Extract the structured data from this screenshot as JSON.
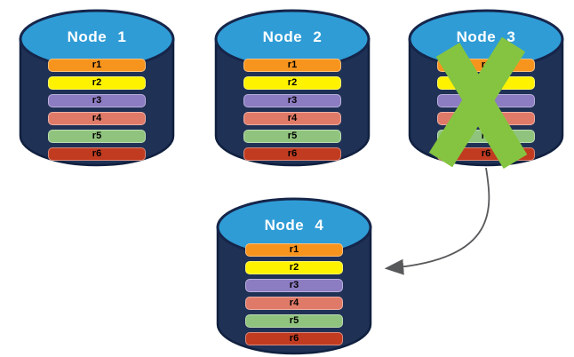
{
  "colors": {
    "cylinder_body": "#203156",
    "cylinder_outline": "#10203f",
    "cylinder_top": "#2f9cd6",
    "node_label_text": "#ffffff",
    "row_label_text": "#000000",
    "failure_x": "#85c440",
    "arrow": "#58595b"
  },
  "nodes": [
    {
      "label": "Node 1",
      "failed": false,
      "rows": [
        {
          "label": "r1",
          "color": "#f7941e"
        },
        {
          "label": "r2",
          "color": "#fff200"
        },
        {
          "label": "r3",
          "color": "#8c7cc2"
        },
        {
          "label": "r4",
          "color": "#e07a68"
        },
        {
          "label": "r5",
          "color": "#90c47e"
        },
        {
          "label": "r6",
          "color": "#c13b21"
        }
      ]
    },
    {
      "label": "Node 2",
      "failed": false,
      "rows": [
        {
          "label": "r1",
          "color": "#f7941e"
        },
        {
          "label": "r2",
          "color": "#fff200"
        },
        {
          "label": "r3",
          "color": "#8c7cc2"
        },
        {
          "label": "r4",
          "color": "#e07a68"
        },
        {
          "label": "r5",
          "color": "#90c47e"
        },
        {
          "label": "r6",
          "color": "#c13b21"
        }
      ]
    },
    {
      "label": "Node 3",
      "failed": true,
      "rows": [
        {
          "label": "r1",
          "color": "#f7941e"
        },
        {
          "label": "r2",
          "color": "#fff200"
        },
        {
          "label": "r3",
          "color": "#8c7cc2"
        },
        {
          "label": "r4",
          "color": "#e07a68"
        },
        {
          "label": "r5",
          "color": "#90c47e"
        },
        {
          "label": "r6",
          "color": "#c13b21"
        }
      ]
    },
    {
      "label": "Node 4",
      "failed": false,
      "rows": [
        {
          "label": "r1",
          "color": "#f7941e"
        },
        {
          "label": "r2",
          "color": "#fff200"
        },
        {
          "label": "r3",
          "color": "#8c7cc2"
        },
        {
          "label": "r4",
          "color": "#e07a68"
        },
        {
          "label": "r5",
          "color": "#90c47e"
        },
        {
          "label": "r6",
          "color": "#c13b21"
        }
      ]
    }
  ]
}
